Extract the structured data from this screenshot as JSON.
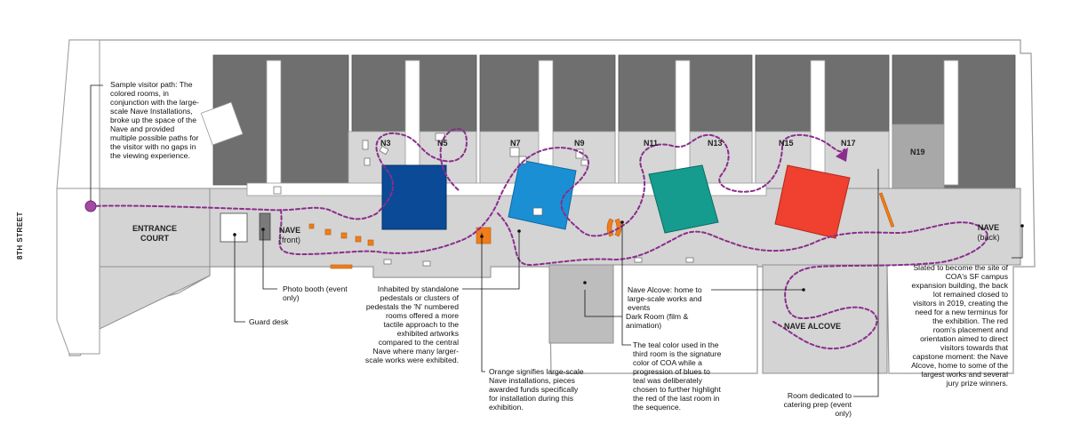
{
  "street_label": "8TH STREET",
  "labels": {
    "entrance_court": [
      "ENTRANCE",
      "COURT"
    ],
    "nave_front": [
      "NAVE",
      "(front)"
    ],
    "nave_back": [
      "NAVE",
      "(back)"
    ],
    "nave_alcove": "NAVE ALCOVE"
  },
  "rooms": [
    "N3",
    "N5",
    "N7",
    "N9",
    "N11",
    "N13",
    "N15",
    "N17",
    "N19"
  ],
  "colors": {
    "room_blue": "#0a4a96",
    "room_lightblue": "#1a8fd4",
    "room_teal": "#159c8f",
    "room_red": "#f0402f",
    "orange": "#f07d1a",
    "path_purple": "#8a2e8c",
    "wall_gray": "#6f6f6f",
    "floor_gray": "#d4d4d4"
  },
  "annotations": {
    "visitor_path": "Sample visitor path: The colored rooms, in conjunction with the large-scale Nave Installations, broke up the space of the Nave and provided multiple possible paths for the visitor with no gaps in the viewing experience.",
    "photo_booth": "Photo booth (event only)",
    "guard_desk": "Guard desk",
    "pedestals": "Inhabited by standalone pedestals or clusters of pedestals the 'N' numbered rooms offered a more tactile approach to the exhibited artworks compared to the central Nave where many larger-scale works were exhibited.",
    "orange": "Orange signifies large-scale Nave installations, pieces awarded funds specifically for installation during this exhibition.",
    "alcove_note": "Nave Alcove: home to large-scale works and events",
    "dark_room": "Dark Room (film & animation)",
    "teal_note": "The teal color used in the third room is the signature color of COA while a progression of blues to teal was deliberately chosen to further highlight the red of the last room in the sequence.",
    "catering": "Room dedicated to catering prep (event only)",
    "expansion": "Slated to become the site of COA's SF campus expansion building, the back lot remained closed to visitors in 2019, creating the need for a new terminus for the exhibition. The red room's placement and orientation aimed to direct visitors towards that capstone moment: the Nave Alcove, home to some of the largest works and several jury prize winners."
  }
}
